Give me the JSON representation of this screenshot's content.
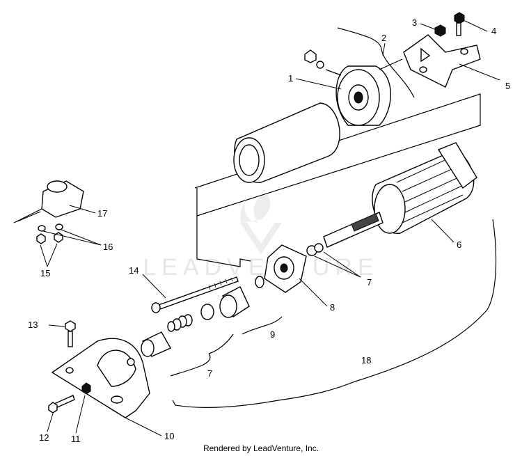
{
  "watermark": "LEADVENTURE",
  "footer": "Rendered by LeadVenture, Inc.",
  "callouts": [
    {
      "id": "c1",
      "text": "1"
    },
    {
      "id": "c2",
      "text": "2"
    },
    {
      "id": "c3",
      "text": "3"
    },
    {
      "id": "c4",
      "text": "4"
    },
    {
      "id": "c5",
      "text": "5"
    },
    {
      "id": "c6",
      "text": "6"
    },
    {
      "id": "c7a",
      "text": "7"
    },
    {
      "id": "c7b",
      "text": "7"
    },
    {
      "id": "c8",
      "text": "8"
    },
    {
      "id": "c9",
      "text": "9"
    },
    {
      "id": "c10",
      "text": "10"
    },
    {
      "id": "c11",
      "text": "11"
    },
    {
      "id": "c12",
      "text": "12"
    },
    {
      "id": "c13",
      "text": "13"
    },
    {
      "id": "c14",
      "text": "14"
    },
    {
      "id": "c15",
      "text": "15"
    },
    {
      "id": "c16",
      "text": "16"
    },
    {
      "id": "c17",
      "text": "17"
    },
    {
      "id": "c18",
      "text": "18"
    }
  ]
}
